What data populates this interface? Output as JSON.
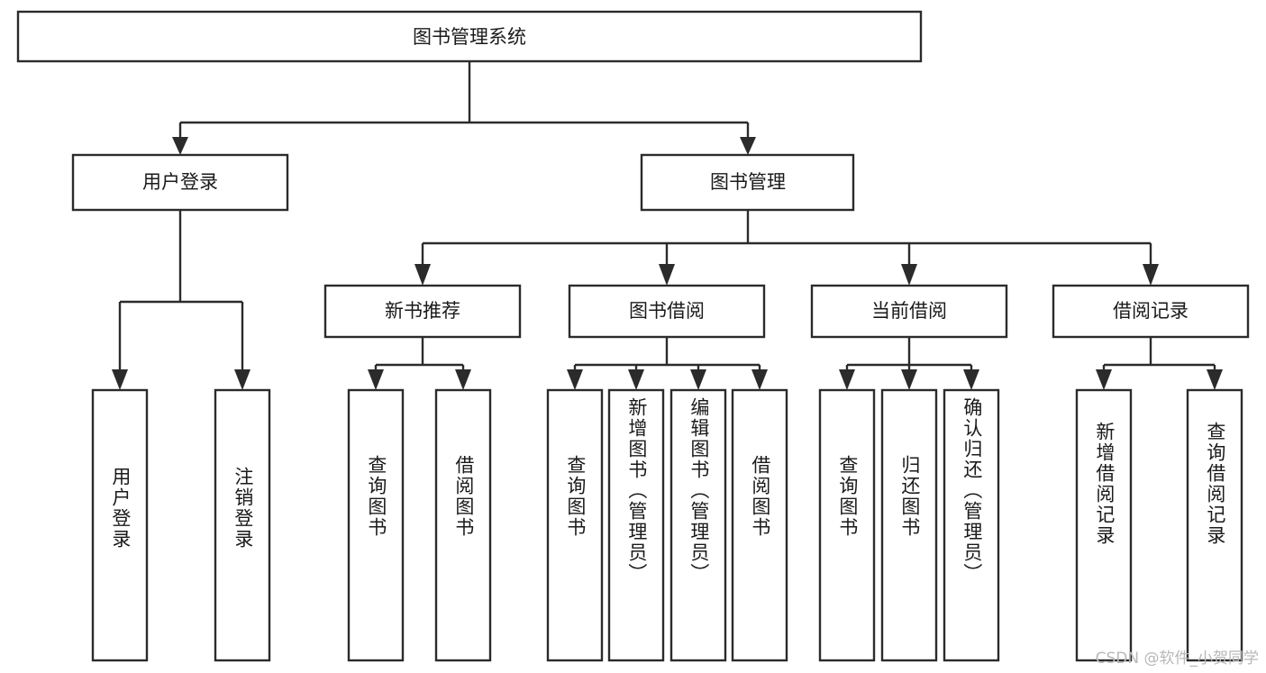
{
  "diagram": {
    "title": "图书管理系统",
    "type": "tree-hierarchy",
    "colors": {
      "border": "#2b2b2b",
      "fill": "#ffffff",
      "text": "#1a1a1a",
      "background": "#ffffff",
      "watermark": "#b8b8b8"
    },
    "levels": {
      "root": {
        "label": "图书管理系统"
      },
      "level2": [
        {
          "id": "user-login",
          "label": "用户登录"
        },
        {
          "id": "book-management",
          "label": "图书管理"
        }
      ],
      "level3": [
        {
          "id": "new-book-recommend",
          "label": "新书推荐",
          "parent": "book-management"
        },
        {
          "id": "book-borrow",
          "label": "图书借阅",
          "parent": "book-management"
        },
        {
          "id": "current-borrow",
          "label": "当前借阅",
          "parent": "book-management"
        },
        {
          "id": "borrow-record",
          "label": "借阅记录",
          "parent": "book-management"
        }
      ],
      "leaves": [
        {
          "id": "leaf-user-login",
          "label": "用户登录",
          "parent": "user-login"
        },
        {
          "id": "leaf-logout-login",
          "label": "注销登录",
          "parent": "user-login"
        },
        {
          "id": "leaf-query-book-1",
          "label": "查询图书",
          "parent": "new-book-recommend"
        },
        {
          "id": "leaf-borrow-book-1",
          "label": "借阅图书",
          "parent": "new-book-recommend"
        },
        {
          "id": "leaf-query-book-2",
          "label": "查询图书",
          "parent": "book-borrow"
        },
        {
          "id": "leaf-add-book",
          "label": "新增图书（管理员）",
          "parent": "book-borrow"
        },
        {
          "id": "leaf-edit-book",
          "label": "编辑图书（管理员）",
          "parent": "book-borrow"
        },
        {
          "id": "leaf-borrow-book-2",
          "label": "借阅图书",
          "parent": "book-borrow"
        },
        {
          "id": "leaf-query-book-3",
          "label": "查询图书",
          "parent": "current-borrow"
        },
        {
          "id": "leaf-return-book",
          "label": "归还图书",
          "parent": "current-borrow"
        },
        {
          "id": "leaf-confirm-return",
          "label": "确认归还（管理员）",
          "parent": "current-borrow"
        },
        {
          "id": "leaf-add-record",
          "label": "新增借阅记录",
          "parent": "borrow-record"
        },
        {
          "id": "leaf-query-record",
          "label": "查询借阅记录",
          "parent": "borrow-record"
        }
      ]
    },
    "watermark": "CSDN @软件_小贺同学"
  }
}
